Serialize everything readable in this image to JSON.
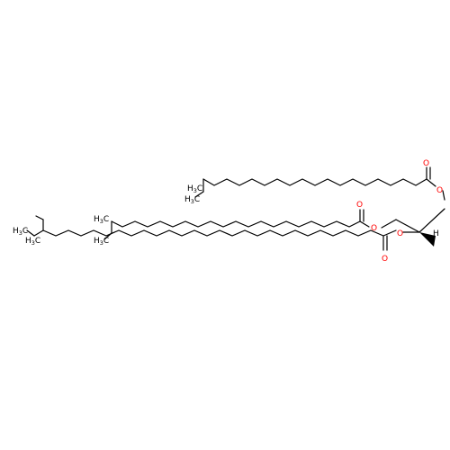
{
  "colors": {
    "carbon": "#000000",
    "oxygen": "#ff0000",
    "background": "#ffffff"
  },
  "labels": {
    "o_ester1_carbonyl": "O",
    "o_ester1_link": "O",
    "o_ester2_carbonyl": "O",
    "o_ester2_link": "O",
    "o_ester3_carbonyl": "O",
    "o_ester3_link": "O",
    "stereo_h": "H",
    "methyl_main": "H",
    "methyl_sub": "3",
    "methyl_carbon": "C"
  }
}
